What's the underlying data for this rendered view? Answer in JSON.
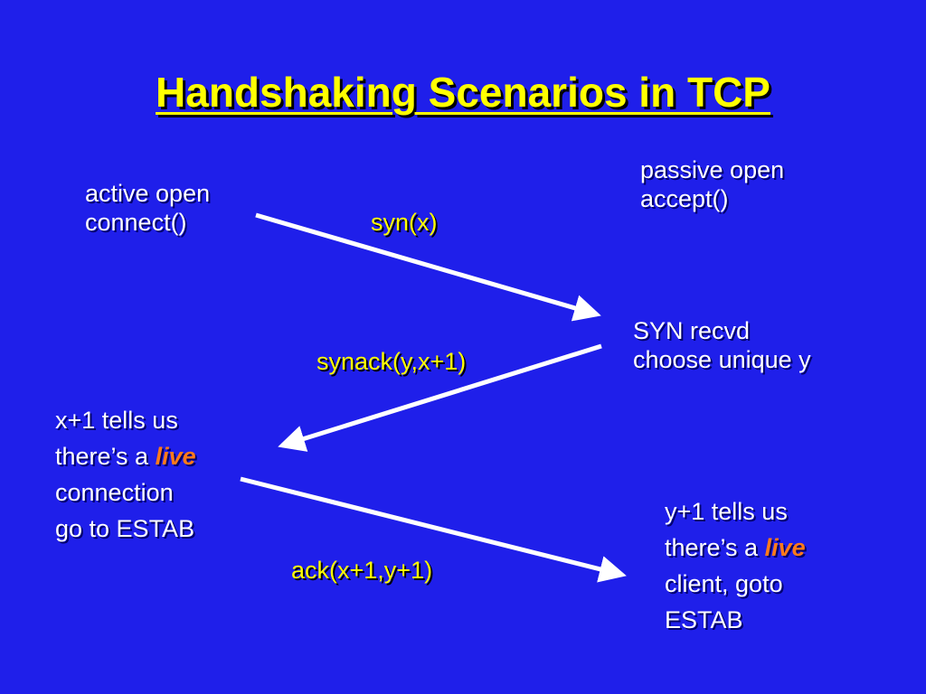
{
  "title": "Handshaking Scenarios in TCP",
  "client": {
    "active_open_line1": "active open",
    "active_open_line2": "connect()",
    "live_line1": "x+1 tells us",
    "live_line2_prefix": "there’s a ",
    "live_word": "live",
    "live_line3": "connection",
    "live_line4": "go to ESTAB"
  },
  "server": {
    "passive_open_line1": "passive open",
    "passive_open_line2": "accept()",
    "syn_recvd_line1": "SYN recvd",
    "syn_recvd_line2": "choose unique y",
    "live_line1": "y+1 tells us",
    "live_line2_prefix": "there’s a ",
    "live_word": "live",
    "live_line3": "client, goto",
    "live_line4": "ESTAB"
  },
  "messages": {
    "syn": "syn(x)",
    "synack": "synack(y,x+1)",
    "ack": "ack(x+1,y+1)"
  },
  "colors": {
    "background": "#1f1fea",
    "title": "#ffff00",
    "text": "#ffffff",
    "message": "#ffff00",
    "live": "#ff7a1a"
  }
}
